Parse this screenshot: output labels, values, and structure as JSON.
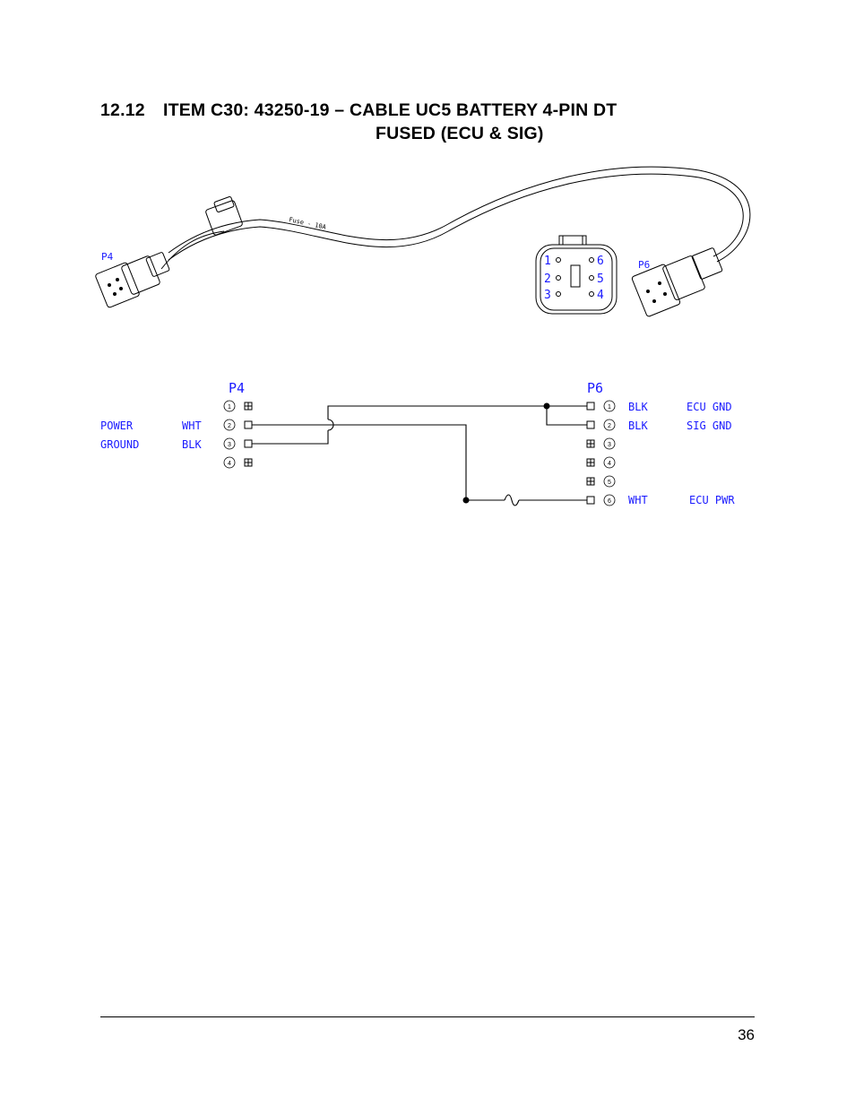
{
  "section": {
    "number": "12.12",
    "title_line1": "ITEM C30:  43250-19 – CABLE UC5 BATTERY 4-PIN DT",
    "title_line2": "FUSED (ECU & SIG)"
  },
  "cable_illustration": {
    "connector_left_label": "P4",
    "connector_right_label": "P6",
    "fuse_text": "Fuse - 10A",
    "face_view_pins": [
      "1",
      "2",
      "3",
      "4",
      "5",
      "6"
    ]
  },
  "schematic": {
    "p4": {
      "label": "P4",
      "pins": [
        {
          "pin": "1",
          "color": "",
          "signal": ""
        },
        {
          "pin": "2",
          "color": "WHT",
          "signal": "POWER"
        },
        {
          "pin": "3",
          "color": "BLK",
          "signal": "GROUND"
        },
        {
          "pin": "4",
          "color": "",
          "signal": ""
        }
      ]
    },
    "p6": {
      "label": "P6",
      "pins": [
        {
          "pin": "1",
          "color": "BLK",
          "signal": "ECU GND"
        },
        {
          "pin": "2",
          "color": "BLK",
          "signal": "SIG GND"
        },
        {
          "pin": "3",
          "color": "",
          "signal": ""
        },
        {
          "pin": "4",
          "color": "",
          "signal": ""
        },
        {
          "pin": "5",
          "color": "",
          "signal": ""
        },
        {
          "pin": "6",
          "color": "WHT",
          "signal": "ECU PWR"
        }
      ]
    }
  },
  "footer": {
    "page_number": "36"
  }
}
